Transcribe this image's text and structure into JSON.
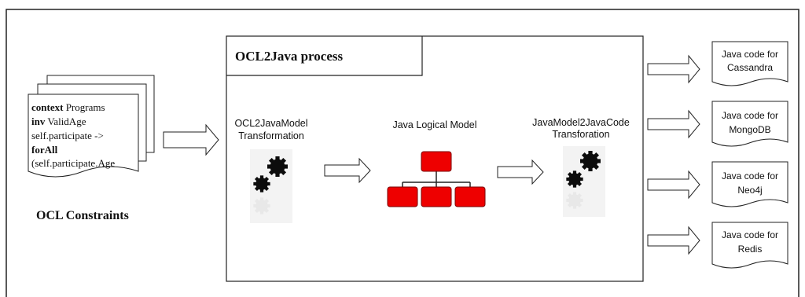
{
  "ocl_constraints": {
    "lines": [
      {
        "bold": "context",
        "rest": " Programs"
      },
      {
        "bold": "inv",
        "rest": " ValidAge"
      },
      {
        "bold": "",
        "rest": "self.participate  ->"
      },
      {
        "bold": "forAll",
        "rest": ""
      },
      {
        "bold": "",
        "rest": "(self.participate.Age"
      }
    ],
    "caption": "OCL Constraints"
  },
  "process": {
    "title": "OCL2Java process",
    "step1_label": [
      "OCL2JavaModel",
      "Transformation"
    ],
    "model_label": "Java Logical Model",
    "step2_label": [
      "JavaModel2JavaCode",
      "Transforation"
    ]
  },
  "outputs": [
    [
      "Java code for",
      "Cassandra"
    ],
    [
      "Java code for",
      "MongoDB"
    ],
    [
      "Java code for",
      "Neo4j"
    ],
    [
      "Java code for",
      "Redis"
    ]
  ],
  "colors": {
    "model_box_fill": "#ee0000",
    "model_box_stroke": "#7a0000",
    "gear_dark": "#0c0c0c",
    "gear_light": "#e8e8e8"
  },
  "icons": [
    "gears-icon",
    "hierarchy-icon",
    "block-arrow-icon",
    "document-icon"
  ]
}
